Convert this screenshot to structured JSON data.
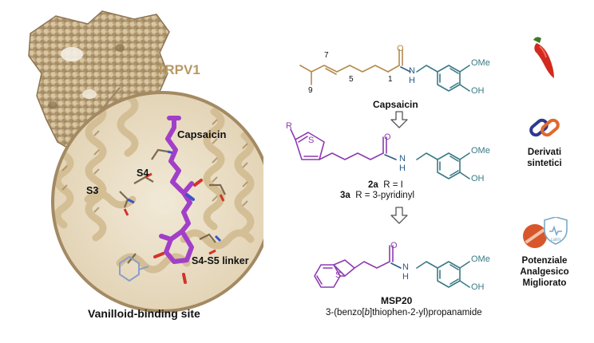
{
  "colors": {
    "protein": "#d8c6a4",
    "protein_dark": "#b39c72",
    "ligand": "#a23fc8",
    "chain_gold": "#b58a4c",
    "vanillyl_teal": "#3a7a86",
    "thiophene_purple": "#8e3bb0",
    "amide": "#2b5a86"
  },
  "left_panel": {
    "protein_label": "TRPV1",
    "ligand_label": "Capsaicin",
    "helix_labels": [
      "S4",
      "S3",
      "S4-S5 linker"
    ],
    "caption": "Vanilloid-binding site"
  },
  "structures": {
    "capsaicin": {
      "name": "Capsaicin",
      "atom_labels": {
        "methoxy": "OMe",
        "hydroxyl": "OH",
        "amide_n": "N",
        "amide_h": "H",
        "carbonyl_o": "O"
      },
      "locants": [
        "7",
        "5",
        "1",
        "9"
      ]
    },
    "compound_2a_3a": {
      "atom_labels": {
        "substituent": "R",
        "sulfur": "S",
        "methoxy": "OMe",
        "hydroxyl": "OH",
        "amide_n": "N",
        "amide_h": "H",
        "carbonyl_o": "O"
      },
      "variants": [
        {
          "id": "2a",
          "r_group": "R = I"
        },
        {
          "id": "3a",
          "r_group": "R = 3-pyridinyl"
        }
      ]
    },
    "msp20": {
      "name": "MSP20",
      "chemical_name_prefix": "3-(benzo[",
      "chemical_name_italic": "b",
      "chemical_name_suffix": "]thiophen-2-yl)propanamide",
      "atom_labels": {
        "sulfur": "S",
        "methoxy": "OMe",
        "hydroxyl": "OH",
        "amide_n": "N",
        "amide_h": "H",
        "carbonyl_o": "O"
      }
    }
  },
  "sidebar": {
    "items": [
      {
        "icon": "chili-pepper-icon",
        "label_lines": []
      },
      {
        "icon": "chain-link-icon",
        "label_lines": [
          "Derivati",
          "sintetici"
        ]
      },
      {
        "icon": "pill-calm-icon",
        "label_lines": [
          "Potenziale",
          "Analgesico",
          "Migliorato"
        ],
        "icon_text": "calm"
      }
    ]
  }
}
